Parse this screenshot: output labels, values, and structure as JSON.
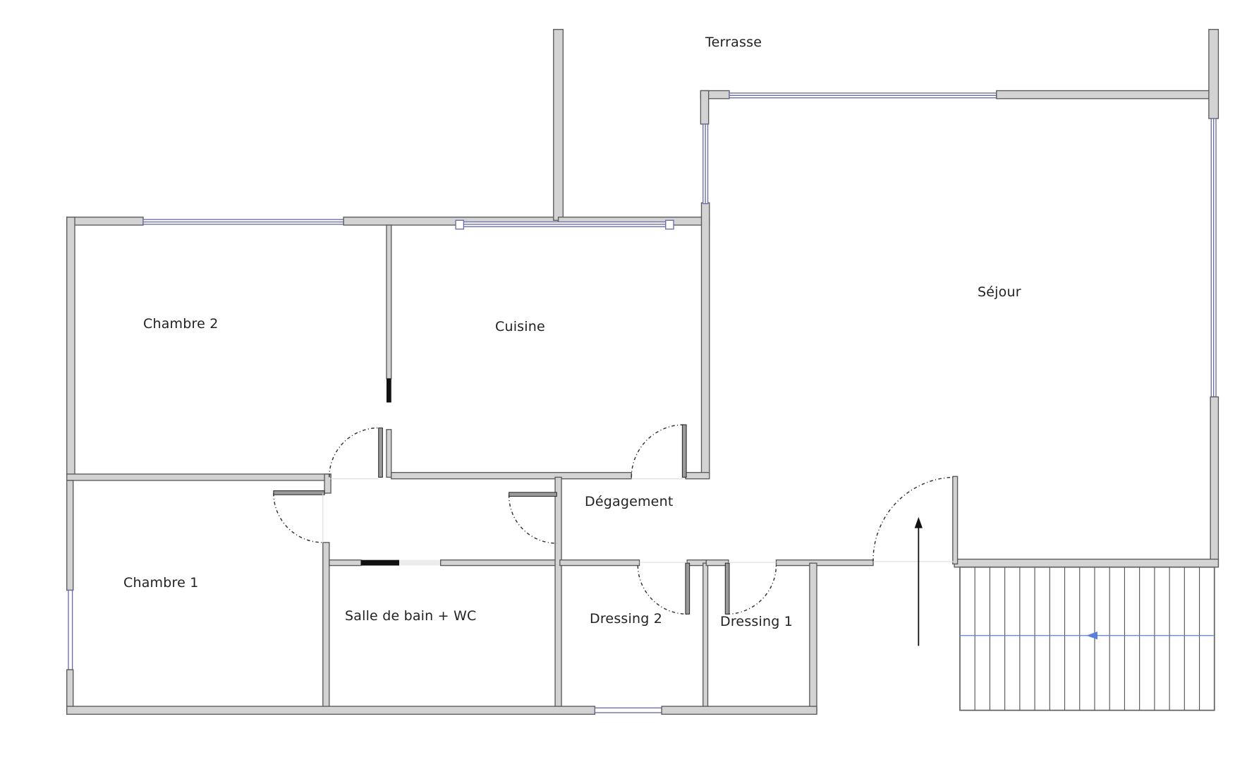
{
  "plan": {
    "title": "Floor plan",
    "wall_color": "#d3d3d3",
    "wall_stroke": "#5a5a5a",
    "window_color": "#6a6ea6",
    "stair_arrow_color": "#5b7fd6",
    "rooms": [
      {
        "id": "terrasse",
        "label": "Terrasse"
      },
      {
        "id": "sejour",
        "label": "Séjour"
      },
      {
        "id": "chambre-2",
        "label": "Chambre 2"
      },
      {
        "id": "cuisine",
        "label": "Cuisine"
      },
      {
        "id": "degagement",
        "label": "Dégagement"
      },
      {
        "id": "chambre-1",
        "label": "Chambre 1"
      },
      {
        "id": "salle-de-bain",
        "label": "Salle de bain + WC"
      },
      {
        "id": "dressing-2",
        "label": "Dressing 2"
      },
      {
        "id": "dressing-1",
        "label": "Dressing 1"
      }
    ],
    "stairs": {
      "step_count": 17,
      "direction": "left"
    },
    "entry_arrow": {
      "direction": "up"
    }
  }
}
